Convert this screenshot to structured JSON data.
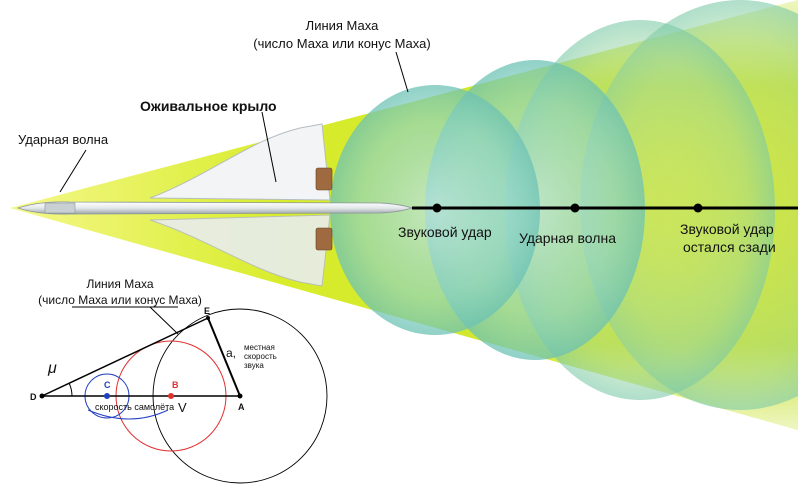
{
  "labels": {
    "mach_line_top": "Линия Маха",
    "mach_line_top_sub": "(число Маха или конус Маха)",
    "ogival_wing": "Оживальное крыло",
    "shock_wave_left": "Ударная волна",
    "sonic_boom": "Звуковой удар",
    "shock_wave_mid": "Ударная волна",
    "sonic_boom_behind_1": "Звуковой удар",
    "sonic_boom_behind_2": "остался сзади",
    "inset_mach_line": "Линия Маха",
    "inset_mach_line_sub": "(число Маха или конус Маха)",
    "mu": "μ",
    "point_d": "D",
    "point_c": "C",
    "point_b": "B",
    "point_a": "A",
    "point_e": "E",
    "side_a": "a,",
    "local_speed_1": "местная",
    "local_speed_2": "скорость",
    "local_speed_3": "звука",
    "aircraft_speed": "скорость самолёта",
    "v_symbol": "V"
  },
  "colors": {
    "cone_yellow": "#e6f21a",
    "cone_green": "#b9e06a",
    "wave_cyan": "#7fd3c8",
    "line_black": "#000000",
    "inset_red": "#e03030",
    "inset_blue": "#2040c0"
  }
}
